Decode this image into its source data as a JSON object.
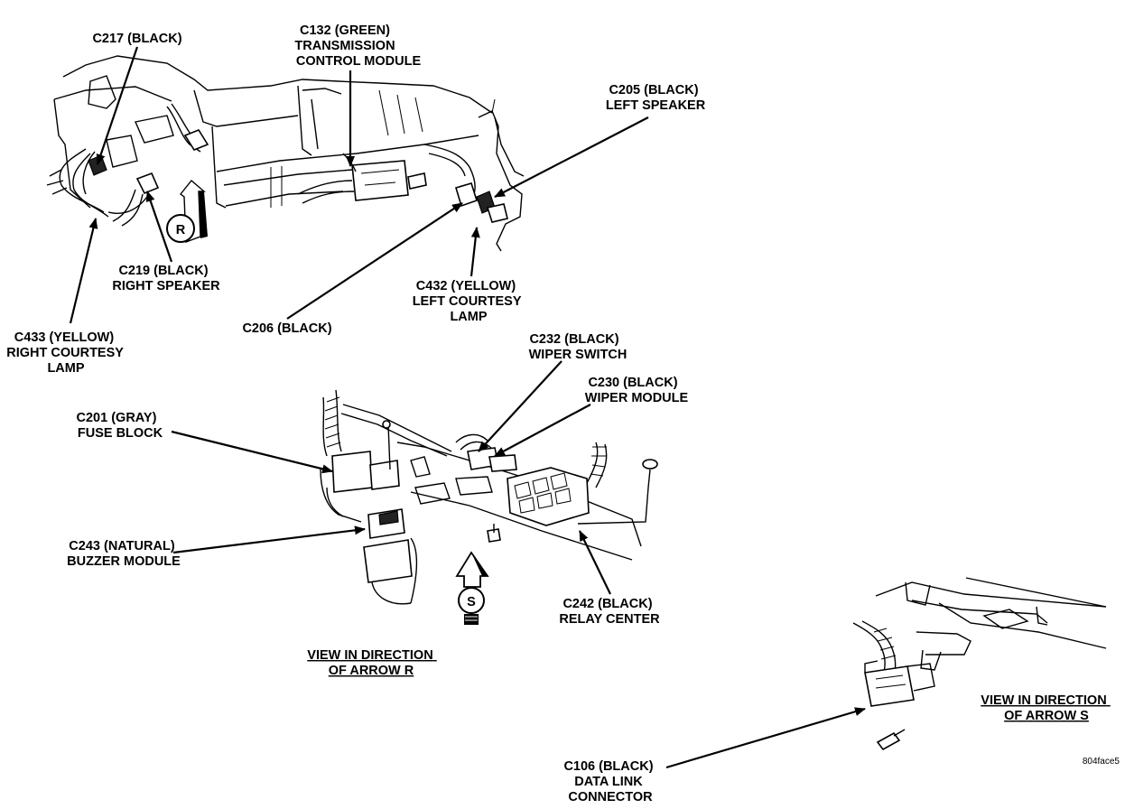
{
  "labels": {
    "c217": [
      "C217 (BLACK)"
    ],
    "c132": [
      "C132 (GREEN)",
      "TRANSMISSION",
      "CONTROL MODULE"
    ],
    "c205": [
      "C205 (BLACK)",
      "LEFT SPEAKER"
    ],
    "c219": [
      "C219 (BLACK)",
      "RIGHT SPEAKER"
    ],
    "c433": [
      "C433 (YELLOW)",
      "RIGHT COURTESY",
      "LAMP"
    ],
    "c206": [
      "C206 (BLACK)"
    ],
    "c432": [
      "C432 (YELLOW)",
      "LEFT COURTESY",
      "LAMP"
    ],
    "c232": [
      "C232 (BLACK)",
      "WIPER SWITCH"
    ],
    "c230": [
      "C230 (BLACK)",
      "WIPER MODULE"
    ],
    "c201": [
      "C201 (GRAY)",
      "FUSE BLOCK"
    ],
    "c243": [
      "C243 (NATURAL)",
      "BUZZER MODULE"
    ],
    "c242": [
      "C242 (BLACK)",
      "RELAY CENTER"
    ],
    "c106": [
      "C106 (BLACK)",
      "DATA LINK",
      "CONNECTOR"
    ]
  },
  "views": {
    "r": [
      "VIEW IN DIRECTION",
      "OF ARROW R"
    ],
    "s": [
      "VIEW IN DIRECTION",
      "OF ARROW S"
    ]
  },
  "arrow_letters": {
    "r": "R",
    "s": "S"
  },
  "figure_id": "804face5"
}
